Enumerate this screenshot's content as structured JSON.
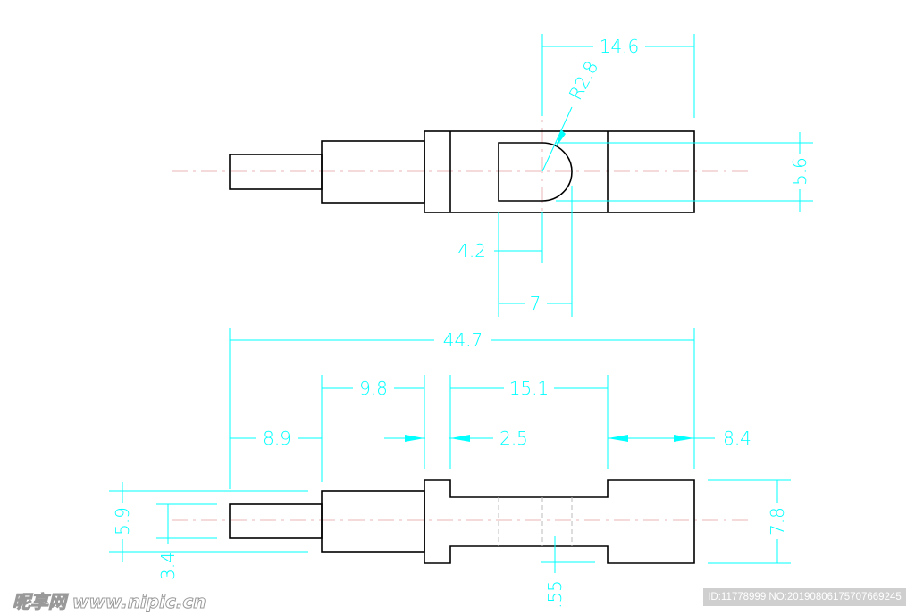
{
  "top_view": {
    "dims": {
      "d14_6": "14.6",
      "r2_8": "R2.8",
      "d5_6": "5.6",
      "d4_2": "4.2",
      "d7": "7"
    }
  },
  "side_view": {
    "dims": {
      "d44_7": "44.7",
      "d9_8": "9.8",
      "d15_1": "15.1",
      "d8_9": "8.9",
      "d2_5": "2.5",
      "d8_4": "8.4",
      "d5_9": "5.9",
      "d3_4": "3.4",
      "d7_8": "7.8",
      "d0_55": ".55"
    }
  },
  "watermark": {
    "text": "昵享网 www.nipic.cn"
  },
  "id_label": "ID:11778999 NO:20190806175707669245",
  "colors": {
    "dimension": "#00ffff",
    "object": "#000000",
    "centerline": "#e8b4b4"
  }
}
